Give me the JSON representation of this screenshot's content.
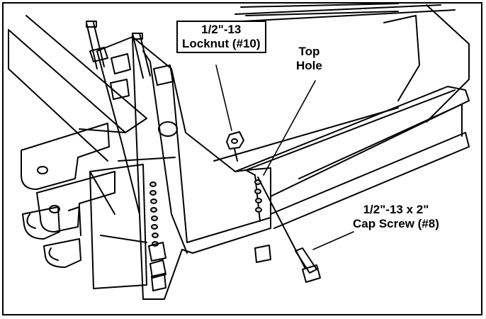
{
  "colors": {
    "line": "#000000",
    "paper": "#ffffff",
    "hole_shade": "#cfcfcf"
  },
  "callouts": {
    "locknut": {
      "line1": "1/2\"-13",
      "line2": "Locknut (#10)"
    },
    "top_hole": {
      "line1": "Top",
      "line2": "Hole"
    },
    "cap_screw": {
      "line1": "1/2\"-13 x 2\"",
      "line2": "Cap Screw (#8)"
    }
  },
  "parts": [
    "frame-tube",
    "hitch-clevis-plates",
    "mount-bracket",
    "support-arm",
    "locknut",
    "cap-screw",
    "bolts-nuts"
  ]
}
